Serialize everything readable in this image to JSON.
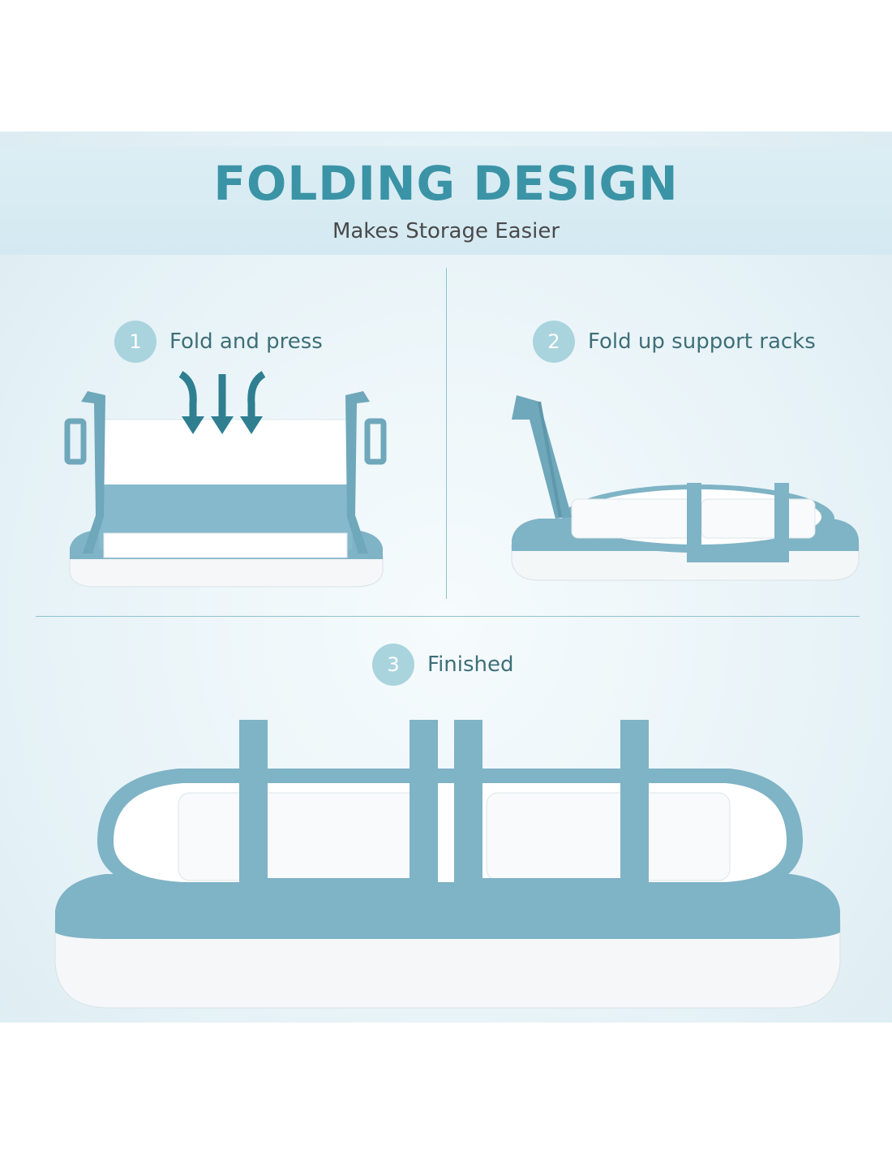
{
  "header": {
    "title": "FOLDING DESIGN",
    "subtitle": "Makes Storage Easier"
  },
  "steps": [
    {
      "number": "1",
      "label": "Fold and press"
    },
    {
      "number": "2",
      "label": "Fold up support racks"
    },
    {
      "number": "3",
      "label": "Finished"
    }
  ],
  "colors": {
    "accent": "#3b93a6",
    "tub_blue": "#7fb3c6",
    "tub_dark": "#5f97ab",
    "arrow": "#2f7f91",
    "badge": "#a9d4de"
  },
  "icons": [
    "press-down-arrows-icon"
  ]
}
